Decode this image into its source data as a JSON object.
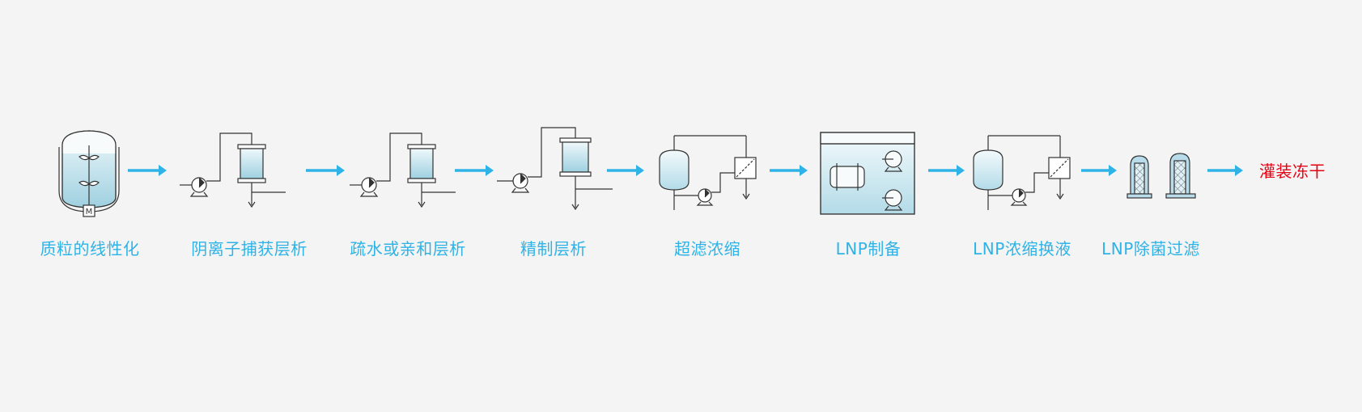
{
  "process": {
    "steps": [
      {
        "label": "质粒的线性化",
        "icon": "reactor-tank-icon"
      },
      {
        "label": "阴离子捕获层析",
        "icon": "chromatography-column-icon"
      },
      {
        "label": "疏水或亲和层析",
        "icon": "chromatography-column-icon"
      },
      {
        "label": "精制层析",
        "icon": "chromatography-column-icon"
      },
      {
        "label": "超滤浓缩",
        "icon": "ultrafiltration-icon"
      },
      {
        "label": "LNP制备",
        "icon": "lnp-mixing-system-icon"
      },
      {
        "label": "LNP浓缩换液",
        "icon": "ultrafiltration-icon"
      },
      {
        "label": "LNP除菌过滤",
        "icon": "sterile-filter-icon"
      }
    ],
    "final_step": {
      "label": "灌装冻干"
    }
  },
  "colors": {
    "accent": "#2fb3e6",
    "final": "#e60012",
    "line": "#1a1a1a",
    "liquid_light": "#e3f3f8",
    "liquid_dark": "#a9d6e4",
    "background": "#f4f4f4"
  },
  "icons": {
    "motor_label": "M"
  }
}
